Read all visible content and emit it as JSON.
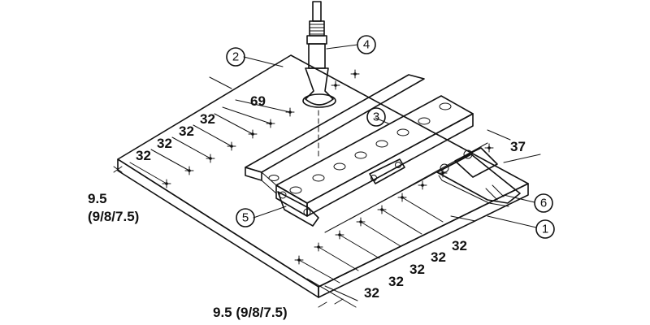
{
  "callouts": [
    "1",
    "2",
    "3",
    "4",
    "5",
    "6"
  ],
  "dims": {
    "left_spacing": [
      "32",
      "32",
      "32",
      "32"
    ],
    "bottom_spacing": [
      "32",
      "32",
      "32",
      "32",
      "32"
    ],
    "top_69": "69",
    "right_37": "37",
    "left_edge_line1": "9.5",
    "left_edge_line2": "(9/8/7.5)",
    "bottom_edge": "9.5 (9/8/7.5)"
  }
}
